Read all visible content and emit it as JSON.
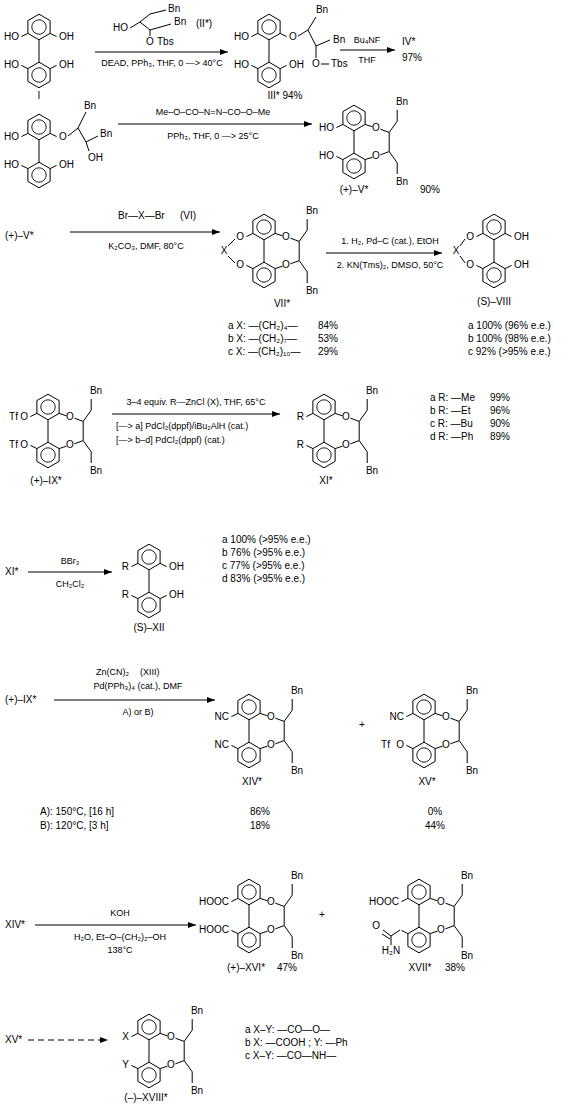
{
  "diagram": {
    "labels": [
      "HO",
      "HO",
      "OH",
      "OH",
      "I",
      "HO",
      "Bn",
      "Bn",
      "O",
      "Tbs",
      "(II*)",
      "DEAD, PPh₃, THF, 0 —> 40°C",
      "HO",
      "HO",
      "O",
      "OH",
      "Bn",
      "Bn",
      "O",
      "Tbs",
      "III* 94%",
      "Bu₄NF",
      "THF",
      "IV*",
      "97%",
      "HO",
      "HO",
      "O",
      "OH",
      "Bn",
      "Bn",
      "OH",
      "Me–O–CO–N=N–CO–O–Me",
      "PPh₃, THF, 0 —> 25°C",
      "HO",
      "HO",
      "O",
      "O",
      "Bn",
      "Bn",
      "(+)–V*",
      "90%",
      "(+)–V*",
      "Br—X—Br",
      "(VI)",
      "K₂CO₃, DMF, 80°C",
      "O",
      "O",
      "X",
      "O",
      "O",
      "Bn",
      "Bn",
      "VII*",
      "a X: —(CH₂)₄—",
      "84%",
      "b X: —(CH₂)₇—",
      "53%",
      "c X: —(CH₂)₁₀—",
      "29%",
      "1. H₂, Pd–C (cat.), EtOH",
      "2. KN(Tms)₂, DMSO, 50°C",
      "X",
      "O",
      "O",
      "OH",
      "OH",
      "(S)–VIII",
      "a 100% (96% e.e.)",
      "b 100% (98% e.e.)",
      "c 92% (>95% e.e.)",
      "Tf",
      "O",
      "Tf",
      "O",
      "O",
      "O",
      "Bn",
      "Bn",
      "(+)–IX*",
      "3–4 equiv. R—ZnCl (X), THF, 65°C",
      "[—> a] PdCl₂(dppf)/iBu₂AlH (cat.)",
      "[—> b–d] PdCl₂(dppf) (cat.)",
      "R",
      "R",
      "O",
      "O",
      "Bn",
      "Bn",
      "XI*",
      "a R: —Me",
      "99%",
      "b R: —Et",
      "96%",
      "c R: —Bu",
      "90%",
      "d R: —Ph",
      "89%",
      "XI*",
      "BBr₃",
      "CH₂Cl₂",
      "R",
      "R",
      "OH",
      "OH",
      "(S)–XII",
      "a 100% (>95% e.e.)",
      "b 76% (>95% e.e.)",
      "c 77% (>95% e.e.)",
      "d 83% (>95% e.e.)",
      "(+)–IX*",
      "Zn(CN)₂",
      "(XIII)",
      "Pd(PPh₃)₄ (cat.), DMF",
      "A) or B)",
      "NC",
      "NC",
      "O",
      "O",
      "Bn",
      "Bn",
      "XIV*",
      "+",
      "NC",
      "Tf",
      "O",
      "O",
      "O",
      "Bn",
      "Bn",
      "XV*",
      "A): 150°C, [16 h]",
      "86%",
      "0%",
      "B): 120°C, [3 h]",
      "18%",
      "44%",
      "XIV*",
      "KOH",
      "H₂O, Et–O–(CH₂)₂–OH",
      "138°C",
      "HOOC",
      "HOOC",
      "O",
      "O",
      "Bn",
      "Bn",
      "(+)–XVI*",
      "47%",
      "+",
      "HOOC",
      "O",
      "H₂N",
      "O",
      "O",
      "Bn",
      "Bn",
      "XVII*",
      "38%",
      "XV*",
      "X",
      "Y",
      "O",
      "O",
      "Bn",
      "Bn",
      "(–)–XVIII*",
      "a X–Y: —CO—O—",
      "b X: —COOH ; Y: —Ph",
      "c X–Y: —CO—NH—"
    ]
  }
}
